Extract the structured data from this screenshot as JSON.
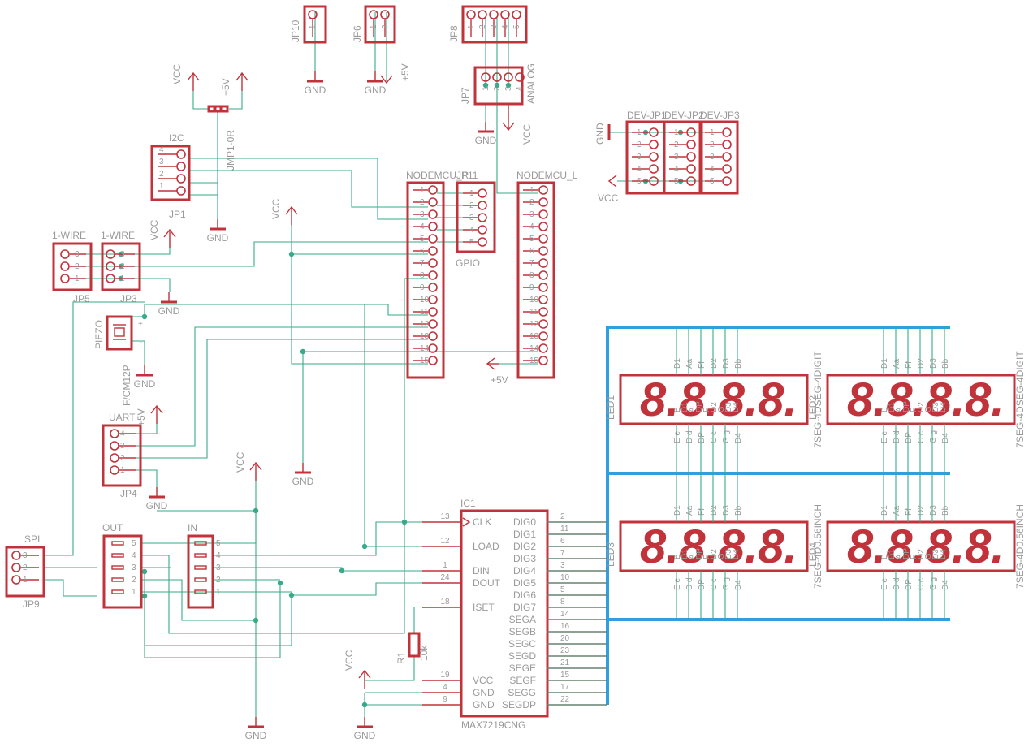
{
  "title": "",
  "parts": {
    "jp10": {
      "name": "JP10",
      "pins": [
        "1"
      ]
    },
    "jp6": {
      "name": "JP6",
      "pins": [
        "1",
        "2"
      ]
    },
    "jp8": {
      "name": "JP8",
      "pins": [
        "1",
        "2",
        "3",
        "4",
        "5"
      ]
    },
    "jp7": {
      "name": "JP7",
      "pins": [
        "1",
        "2",
        "3",
        "4"
      ],
      "label": "ANALOG"
    },
    "jmp1": {
      "name": "JMP1-0R"
    },
    "i2c": {
      "label": "I2C",
      "name": "JP1",
      "pins": [
        "4",
        "3",
        "2",
        "1"
      ]
    },
    "nodemcu_r": {
      "name": "NODEMCU_R",
      "pins": [
        "1",
        "2",
        "3",
        "4",
        "5",
        "6",
        "7",
        "8",
        "9",
        "10",
        "11",
        "12",
        "13",
        "14",
        "15"
      ]
    },
    "nodemcu_l": {
      "name": "NODEMCU_L",
      "pins": [
        "1",
        "2",
        "3",
        "4",
        "5",
        "6",
        "7",
        "8",
        "9",
        "10",
        "11",
        "12",
        "13",
        "14",
        "15"
      ]
    },
    "gpio": {
      "name": "JP11",
      "label": "GPIO",
      "pins": [
        "1",
        "2",
        "3",
        "4",
        "5"
      ]
    },
    "jp5": {
      "label": "1-WIRE",
      "name": "JP5",
      "pins": [
        "3",
        "2",
        "1"
      ]
    },
    "jp3": {
      "label": "1-WIRE",
      "name": "JP3",
      "pins": [
        "3",
        "2",
        "1"
      ]
    },
    "piezo": {
      "label": "PIEZO",
      "name": "F/CM12P",
      "plus": "+",
      "minus": "-"
    },
    "uart": {
      "label": "UART",
      "name": "JP4",
      "pins": [
        "4",
        "3",
        "2",
        "1"
      ]
    },
    "dev": {
      "names": [
        "DEV-JP1",
        "DEV-JP2",
        "DEV-JP3"
      ],
      "pins": [
        "1",
        "2",
        "3",
        "4",
        "5"
      ]
    },
    "spi": {
      "label": "SPI",
      "name": "JP9",
      "pins": [
        "3",
        "2",
        "1"
      ]
    },
    "out": {
      "label": "OUT",
      "pins": [
        "5",
        "4",
        "3",
        "2",
        "1"
      ]
    },
    "in": {
      "label": "IN",
      "pins": [
        "5",
        "4",
        "3",
        "2",
        "1"
      ]
    },
    "ic1": {
      "name": "IC1",
      "value": "MAX7219CNG",
      "left_pins": [
        {
          "num": "13",
          "name": "CLK"
        },
        {
          "num": "12",
          "name": "LOAD"
        },
        {
          "num": "1",
          "name": "DIN"
        },
        {
          "num": "24",
          "name": "DOUT"
        },
        {
          "num": "18",
          "name": "ISET"
        },
        {
          "num": "19",
          "name": "VCC"
        },
        {
          "num": "4",
          "name": "GND"
        },
        {
          "num": "9",
          "name": "GND"
        }
      ],
      "right_pins": [
        {
          "num": "2",
          "name": "DIG0"
        },
        {
          "num": "11",
          "name": "DIG1"
        },
        {
          "num": "6",
          "name": "DIG2"
        },
        {
          "num": "7",
          "name": "DIG3"
        },
        {
          "num": "3",
          "name": "DIG4"
        },
        {
          "num": "10",
          "name": "DIG5"
        },
        {
          "num": "5",
          "name": "DIG6"
        },
        {
          "num": "8",
          "name": "DIG7"
        },
        {
          "num": "14",
          "name": "SEGA"
        },
        {
          "num": "16",
          "name": "SEGB"
        },
        {
          "num": "20",
          "name": "SEGC"
        },
        {
          "num": "23",
          "name": "SEGD"
        },
        {
          "num": "21",
          "name": "SEGE"
        },
        {
          "num": "15",
          "name": "SEGF"
        },
        {
          "num": "17",
          "name": "SEGG"
        },
        {
          "num": "22",
          "name": "SEGDP"
        }
      ]
    },
    "r1": {
      "name": "R1",
      "value": "10k"
    },
    "displays": [
      {
        "name": "LED1",
        "value": "7SEG-4DSEG-4DIGIT"
      },
      {
        "name": "LED2",
        "value": "7SEG-4DSEG-4DIGIT"
      },
      {
        "name": "LED3",
        "value": "7SEG-4D0.56INCH"
      },
      {
        "name": "LED4",
        "value": "7SEG-4D0.56INCH"
      }
    ],
    "display_text": "8.8.8.8.",
    "disp_top_pins": [
      "D1",
      "Aa",
      "Ff",
      "D2",
      "D3",
      "Bb"
    ],
    "disp_bot_pins": [
      "E e",
      "D d",
      "DP",
      "C c",
      "G g",
      "D4"
    ],
    "disp_mid_pins": [
      "E",
      "D1",
      "A",
      "DP",
      "F",
      "D2",
      "G",
      "D3",
      "D4"
    ]
  },
  "supplies": {
    "vcc": "VCC",
    "p5v": "+5V",
    "gnd": "GND"
  },
  "colors": {
    "parts": "#c0333b",
    "wires": "#3aa98a",
    "bus": "#2f9fe0",
    "text": "#9a9a9a"
  }
}
